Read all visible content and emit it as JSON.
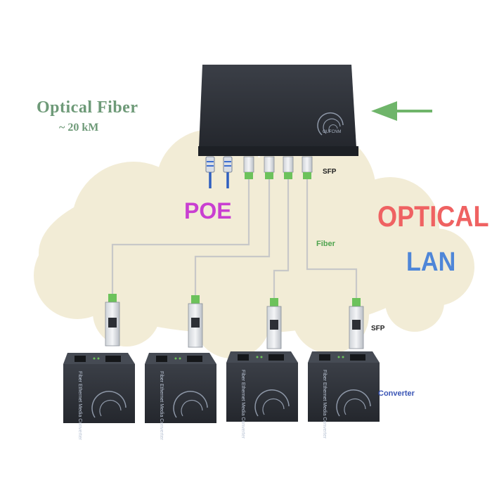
{
  "title": "Optical  Fiber",
  "distance": "~ 20 kM",
  "poe_label": "POE",
  "optical_label": "OPTICAL",
  "lan_label": "LAN",
  "fiber_label": "Fiber",
  "sfp_label": "SFP",
  "converter_label": "Converter",
  "switch_brand": "OUFCNM",
  "converter_text": "Fiber Ethernet Media Converter",
  "colors": {
    "cloud": "#f2ecd6",
    "device": "#2e3138",
    "fiber_cable": "#c8c8c8",
    "sfp_green": "#6cc25b",
    "arrow": "#6fb56a",
    "poe_cable": "#2f5fc0"
  },
  "icons": [
    "arrow-left-icon",
    "cloud-icon",
    "switch-icon",
    "sfp-module-icon",
    "media-converter-icon",
    "ethernet-cable-icon"
  ]
}
